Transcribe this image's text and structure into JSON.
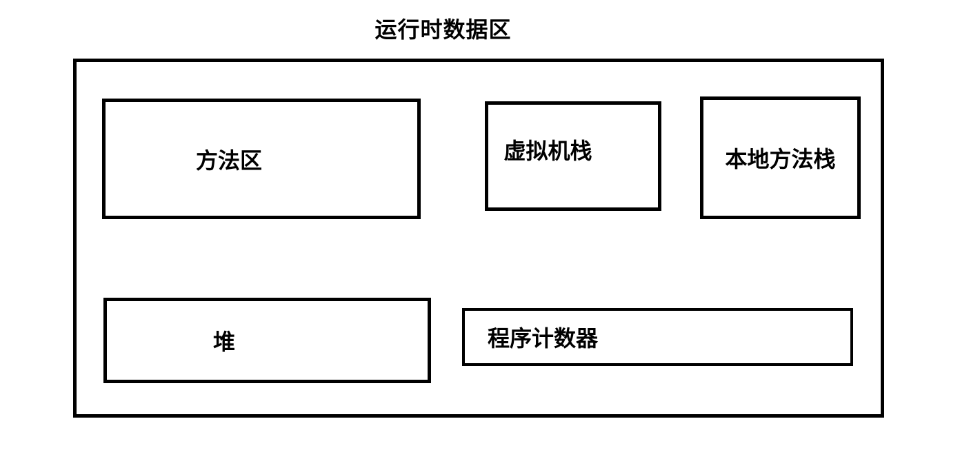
{
  "title": "运行时数据区",
  "colors": {
    "line": "#000000",
    "background": "#ffffff",
    "text": "#000000"
  },
  "diagram": {
    "boxes": [
      {
        "id": "method-area",
        "label": "方法区"
      },
      {
        "id": "vm-stack",
        "label": "虚拟机栈"
      },
      {
        "id": "native-method-stack",
        "label": "本地方法栈"
      },
      {
        "id": "heap",
        "label": "堆"
      },
      {
        "id": "program-counter",
        "label": "程序计数器"
      }
    ]
  }
}
